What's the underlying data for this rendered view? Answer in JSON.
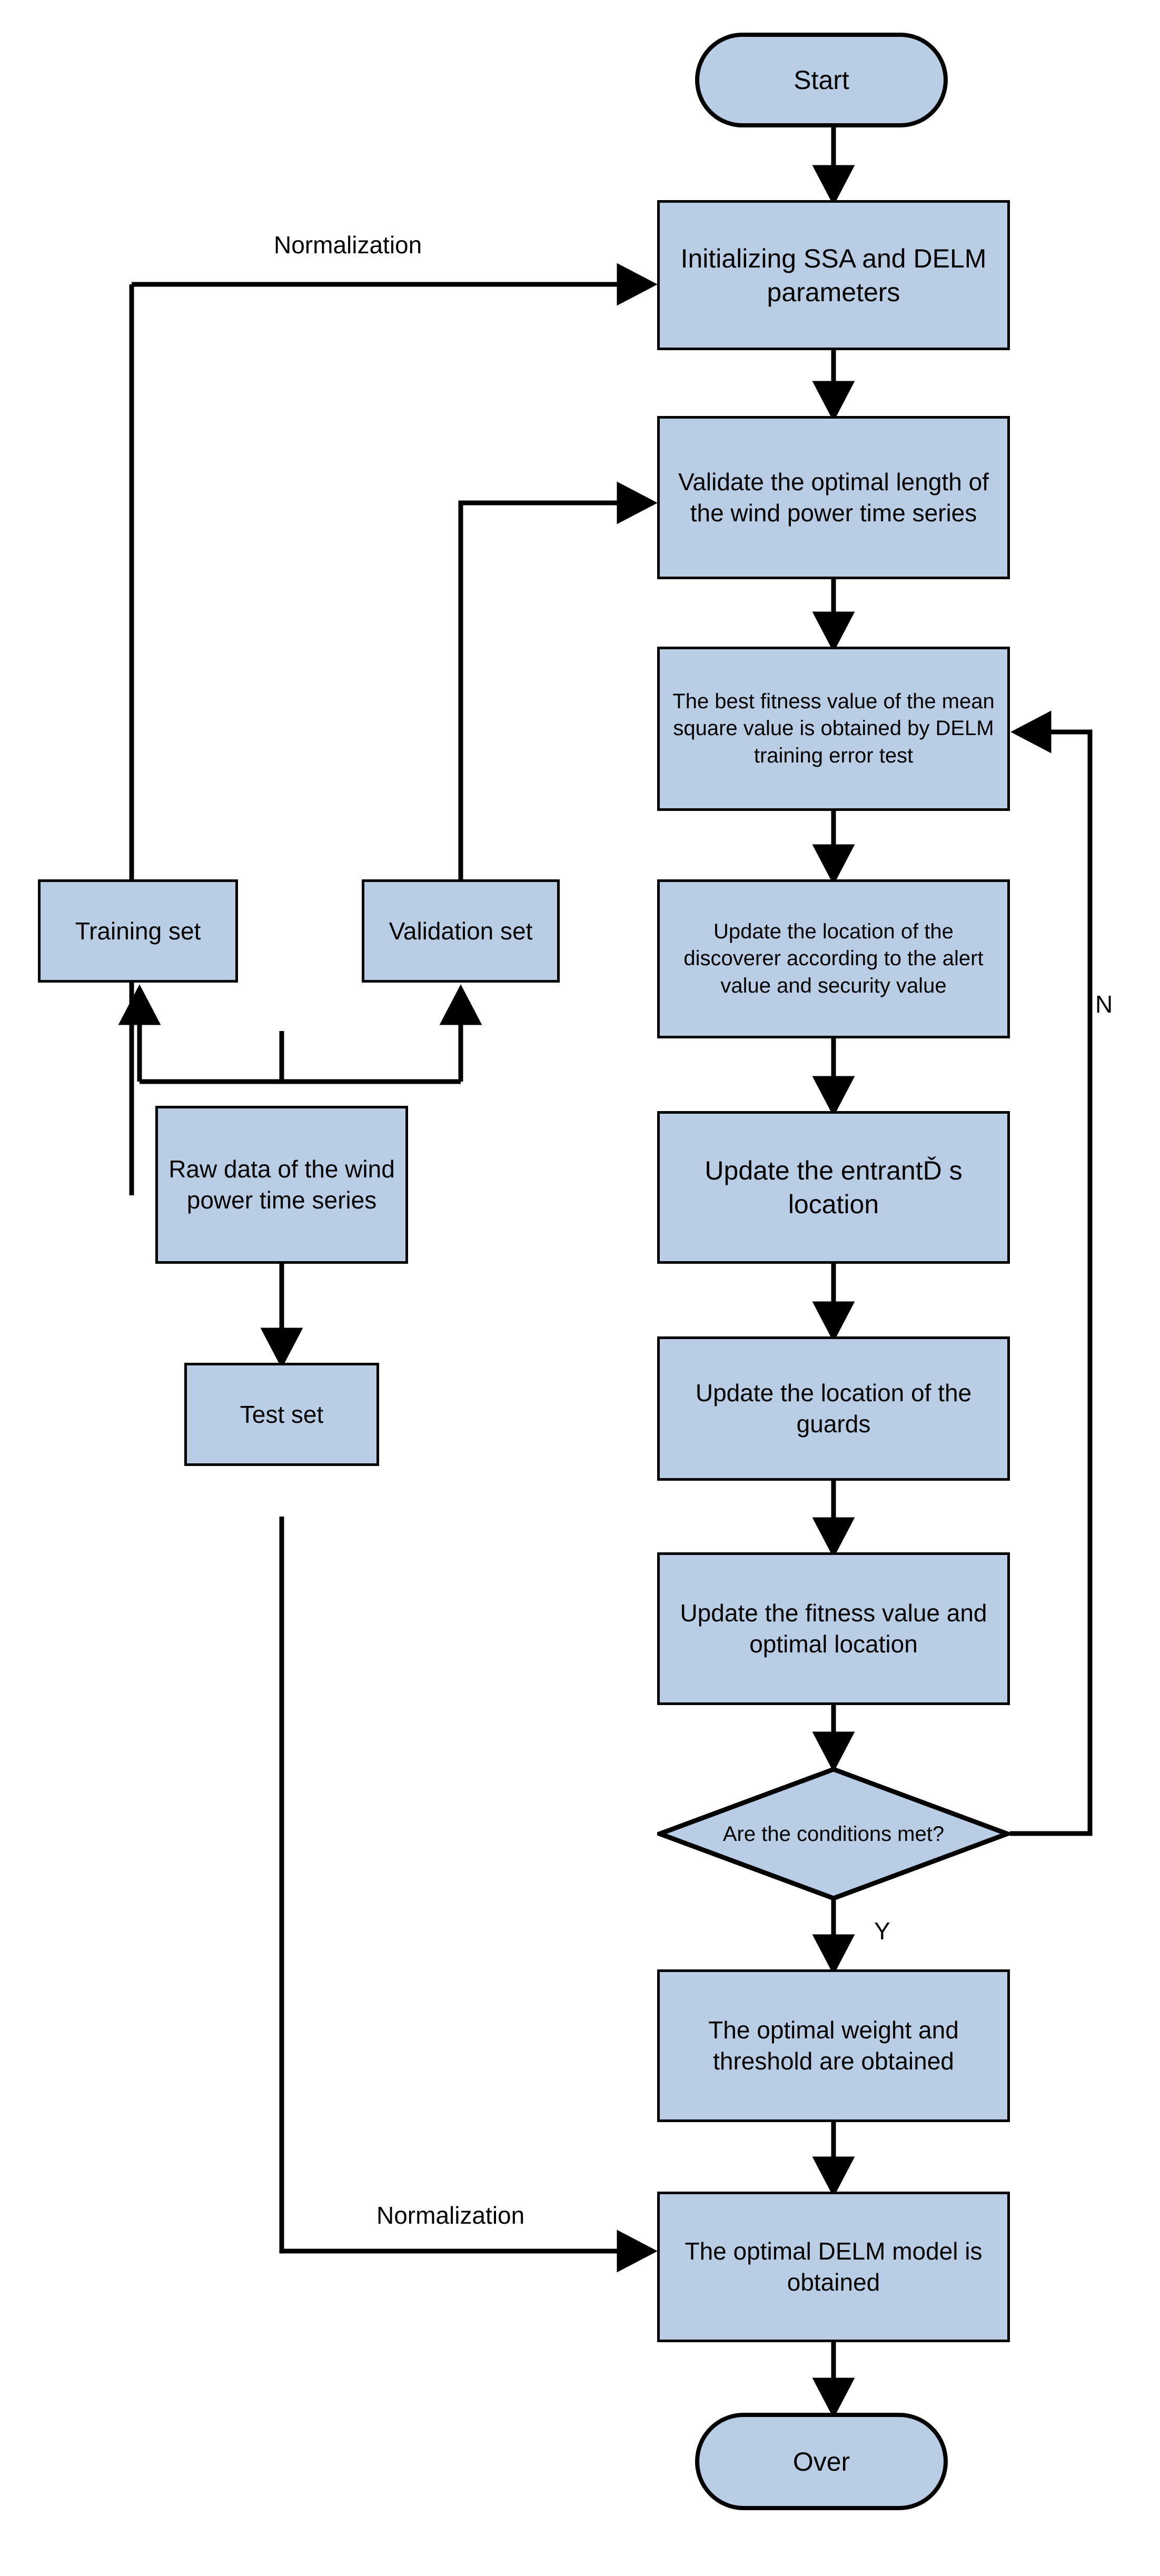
{
  "diagram": {
    "title": "SSA-DELM wind power forecasting flowchart",
    "fill_color": "#b9cde5",
    "stroke_color": "#000000",
    "background_color": "#ffffff",
    "nodes": {
      "start": "Start",
      "init": "Initializing SSA and DELM parameters",
      "validate": "Validate the optimal length of the wind power time series",
      "fitness": "The best fitness value of the mean square value is obtained by DELM training error test",
      "discoverer": "Update the location of the discoverer according to the alert value and security value",
      "entrant": "Update the entrantĎ s  location",
      "guards": "Update the location of the guards",
      "update_fitness": "Update the fitness value and optimal location",
      "decision": "Are the conditions met?",
      "optimal_weight": "The optimal weight and threshold are obtained",
      "optimal_model": "The optimal DELM model is obtained",
      "over": "Over",
      "training_set": "Training set",
      "validation_set": "Validation set",
      "raw_data": "Raw data of the wind power time series",
      "test_set": "Test set"
    },
    "edge_labels": {
      "normalization_top": "Normalization",
      "normalization_bottom": "Normalization",
      "no": "N",
      "yes": "Y"
    }
  }
}
